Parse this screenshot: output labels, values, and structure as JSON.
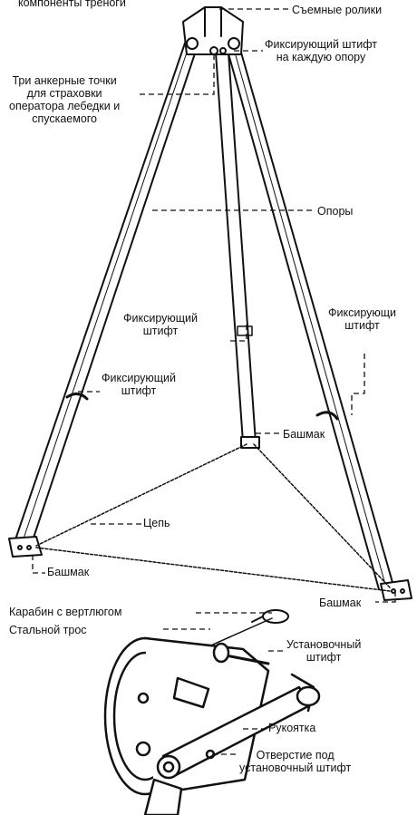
{
  "top_caption": "компоненты треноги",
  "labels": {
    "removable_rollers": "Съемные ролики",
    "fixing_pin_each_leg": "Фиксирующий штифт\nна каждую опору",
    "three_anchor_points": "Три анкерные точки\nдля страховки\nоператора лебедки и\nспускаемого",
    "legs": "Опоры",
    "fixing_pin_center": "Фиксирующий\nштифт",
    "fixing_pin_right": "Фиксирующи\nштифт",
    "fixing_pin_left": "Фиксирующий\nштифт",
    "foot_back": "Башмак",
    "chain": "Цепь",
    "foot_left": "Башмак",
    "foot_right": "Башмак",
    "carabiner": "Карабин с вертлюгом",
    "steel_cable": "Стальной трос",
    "mounting_pin": "Установочный\nштифт",
    "handle": "Рукоятка",
    "pin_hole": "Отверстие под\nустановочный штифт"
  }
}
